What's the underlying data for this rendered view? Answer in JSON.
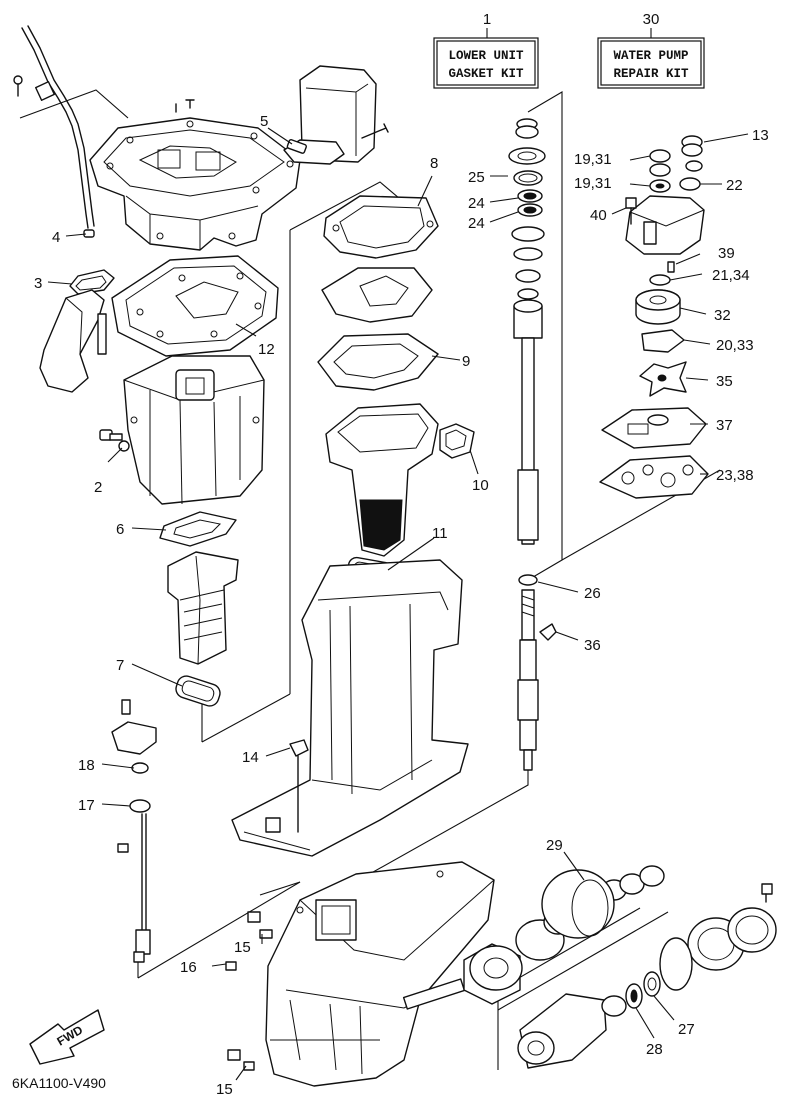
{
  "kits": {
    "gasket": {
      "ref": "1",
      "line1": "LOWER UNIT",
      "line2": "GASKET KIT"
    },
    "pump": {
      "ref": "30",
      "line1": "WATER PUMP",
      "line2": "REPAIR KIT"
    }
  },
  "callouts": {
    "c2": "2",
    "c3": "3",
    "c4": "4",
    "c5": "5",
    "c6": "6",
    "c7": "7",
    "c8": "8",
    "c9": "9",
    "c10": "10",
    "c11": "11",
    "c12": "12",
    "c13": "13",
    "c14": "14",
    "c15a": "15",
    "c15b": "15",
    "c16": "16",
    "c17": "17",
    "c18": "18",
    "c19a": "19,31",
    "c19b": "19,31",
    "c20": "20,33",
    "c21": "21,34",
    "c22": "22",
    "c23": "23,38",
    "c24a": "24",
    "c24b": "24",
    "c25": "25",
    "c26": "26",
    "c27": "27",
    "c28": "28",
    "c29": "29",
    "c32": "32",
    "c35": "35",
    "c36": "36",
    "c37": "37",
    "c39": "39",
    "c40": "40"
  },
  "fwd_label": "FWD",
  "diagram_code": "6KA1100-V490"
}
